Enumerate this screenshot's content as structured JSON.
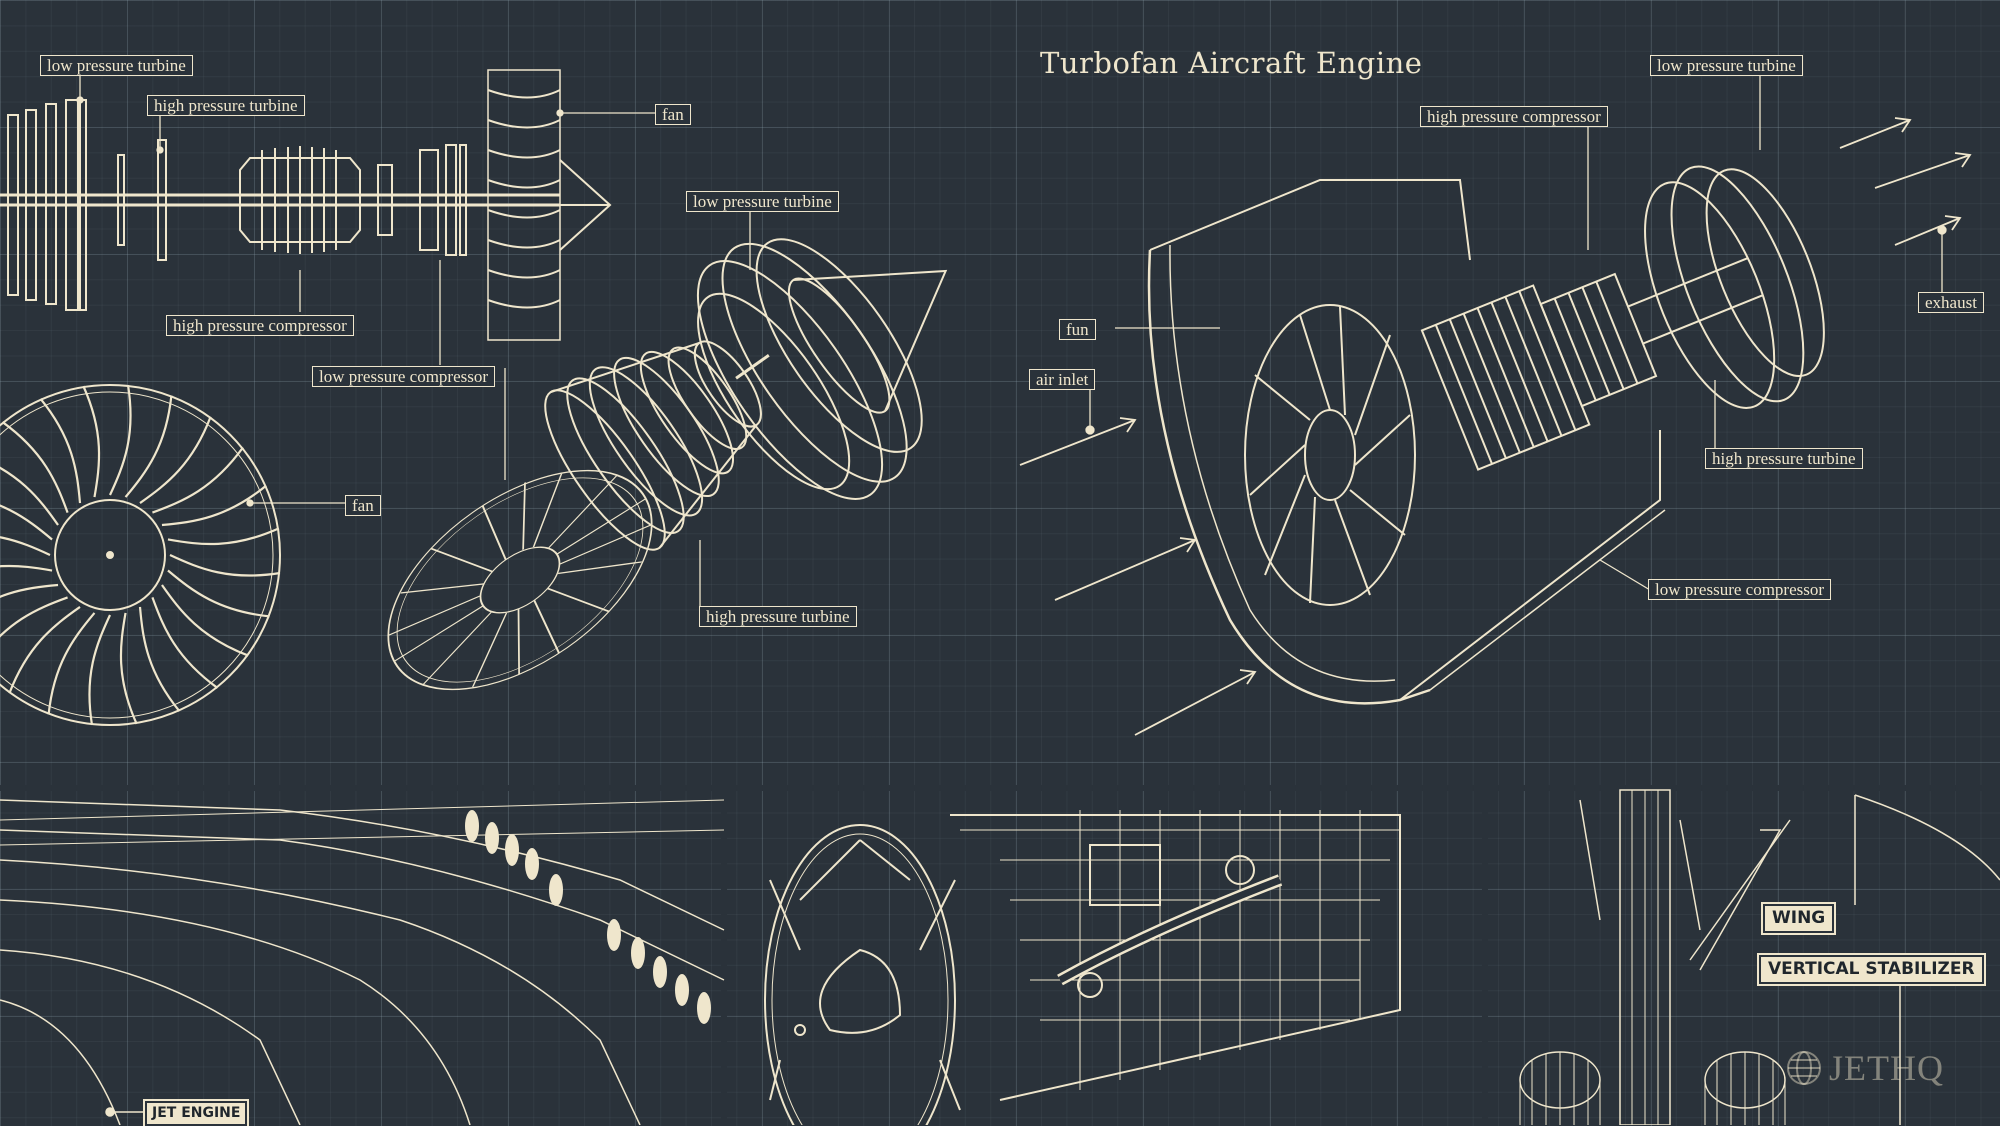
{
  "title": "Turbofan Aircraft Engine",
  "colors": {
    "background": "#2a323a",
    "ink": "#efe6cc",
    "grid": "#5a6872"
  },
  "labels": {
    "tl_low_pressure_turbine": "low pressure turbine",
    "tl_high_pressure_turbine": "high pressure turbine",
    "tl_fan": "fan",
    "tl_high_pressure_compressor": "high pressure compressor",
    "tl_low_pressure_compressor": "low pressure compressor",
    "mid_low_pressure_turbine": "low pressure turbine",
    "mid_fan": "fan",
    "mid_high_pressure_turbine": "high pressure turbine",
    "right_high_pressure_compressor": "high pressure compressor",
    "right_low_pressure_turbine": "low pressure turbine",
    "right_exhaust": "exhaust",
    "right_fun": "fun",
    "right_air_inlet": "air inlet",
    "right_high_pressure_turbine": "high pressure turbine",
    "right_low_pressure_compressor": "low pressure compressor"
  },
  "bottom_labels": {
    "jet_engine": "JET ENGINE",
    "wing": "WING",
    "vertical_stabilizer": "VERTICAL STABILIZER"
  },
  "watermark": "JETHQ",
  "icons": [
    "globe-icon"
  ]
}
